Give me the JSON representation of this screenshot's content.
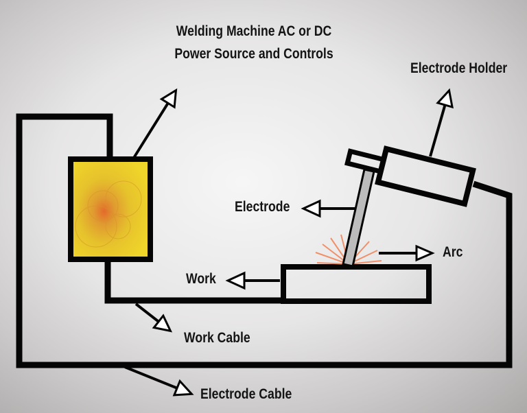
{
  "labels": {
    "machine_line1": "Welding Machine AC or DC",
    "machine_line2": "Power Source and Controls",
    "electrode_holder": "Electrode Holder",
    "electrode": "Electrode",
    "arc": "Arc",
    "work": "Work",
    "work_cable": "Work Cable",
    "electrode_cable": "Electrode Cable"
  },
  "colors": {
    "line": "#050505",
    "arrow_fill": "#ffffff",
    "machine_fill": "#e8c72a",
    "machine_glow": "#e07a2a",
    "electrode_rod": "#bcbcbc",
    "arc_spark": "#f0906a"
  },
  "icons": {
    "pointer_arrow": "arrow-icon"
  }
}
